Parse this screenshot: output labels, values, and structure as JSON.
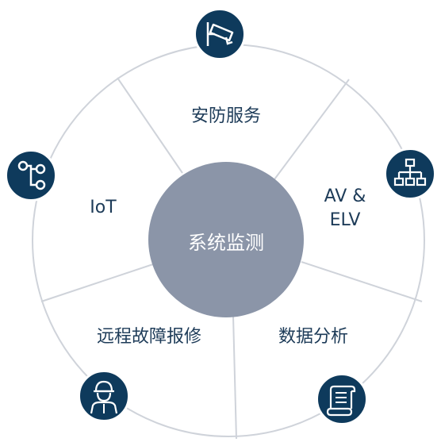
{
  "diagram": {
    "center": {
      "label": "系统监测",
      "color": "#8b95a8"
    },
    "segments": [
      {
        "label": "安防服务",
        "icon": "security-camera-icon"
      },
      {
        "label_line1": "AV &",
        "label_line2": "ELV",
        "icon": "hierarchy-icon"
      },
      {
        "label": "数据分析",
        "icon": "scroll-icon"
      },
      {
        "label": "远程故障报修",
        "icon": "technician-icon"
      },
      {
        "label": "IoT",
        "icon": "connected-nodes-icon"
      }
    ],
    "colors": {
      "ring": "#cfd3da",
      "badge": "#0e3a5c",
      "text": "#1d3b58"
    }
  }
}
